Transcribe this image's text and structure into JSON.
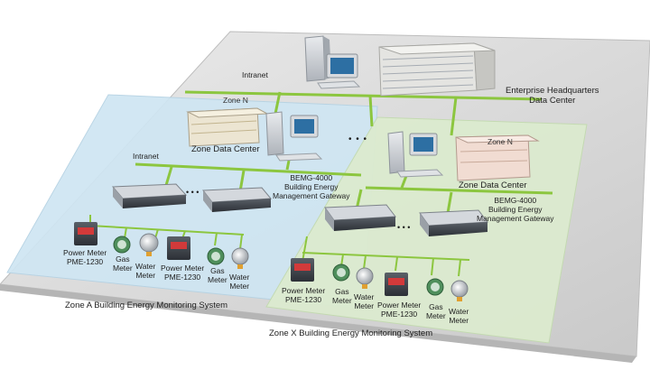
{
  "labels": {
    "intranet_top": "Intranet",
    "hq_title": "Enterprise Headquarters\nData Center",
    "zone_n_a": "Zone N",
    "zone_dc_a": "Zone Data Center",
    "intranet_a": "Intranet",
    "gateway_a": "BEMG-4000\nBuilding Energy\nManagement Gateway",
    "power_meter_a1": "Power Meter\nPME-1230",
    "gas_meter_a1": "Gas\nMeter",
    "water_meter_a1": "Water\nMeter",
    "power_meter_a2": "Power Meter\nPME-1230",
    "gas_meter_a2": "Gas\nMeter",
    "water_meter_a2": "Water\nMeter",
    "zone_a_system": "Zone A Building Energy Monitoring System",
    "zone_n_x": "Zone N",
    "zone_dc_x": "Zone Data Center",
    "gateway_x": "BEMG-4000\nBuilding Energy\nManagement Gateway",
    "power_meter_x1": "Power Meter\nPME-1230",
    "gas_meter_x1": "Gas\nMeter",
    "water_meter_x1": "Water\nMeter",
    "power_meter_x2": "Power Meter\nPME-1230",
    "gas_meter_x2": "Gas\nMeter",
    "water_meter_x2": "Water\nMeter",
    "zone_x_system": "Zone X Building Energy Monitoring System",
    "ellipsis": "• • •"
  },
  "colors": {
    "platform": "#d9d9d9",
    "zone_a": "#cfe6f3",
    "zone_x": "#dcebcf",
    "network": "#8cc63f",
    "device_dark": "#3a3f46",
    "device_light": "#cfd3d8",
    "building": "#e8e6df"
  }
}
